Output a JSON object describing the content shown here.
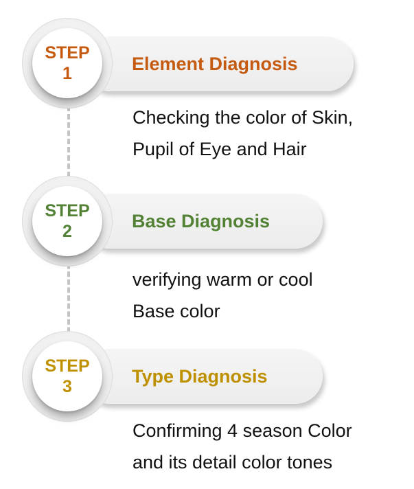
{
  "colors": {
    "step1": "#c55a11",
    "step2": "#538135",
    "step3": "#bf9000",
    "connector": "#c4c4c4"
  },
  "steps": [
    {
      "step_word": "STEP",
      "step_number": "1",
      "title": "Element Diagnosis",
      "description_lines": [
        "Checking the color of Skin,",
        "Pupil of Eye and Hair"
      ]
    },
    {
      "step_word": "STEP",
      "step_number": "2",
      "title": "Base Diagnosis",
      "description_lines": [
        "verifying warm or cool",
        "Base color"
      ]
    },
    {
      "step_word": "STEP",
      "step_number": "3",
      "title": "Type Diagnosis",
      "description_lines": [
        "Confirming 4 season Color",
        "and its detail color tones"
      ]
    }
  ]
}
